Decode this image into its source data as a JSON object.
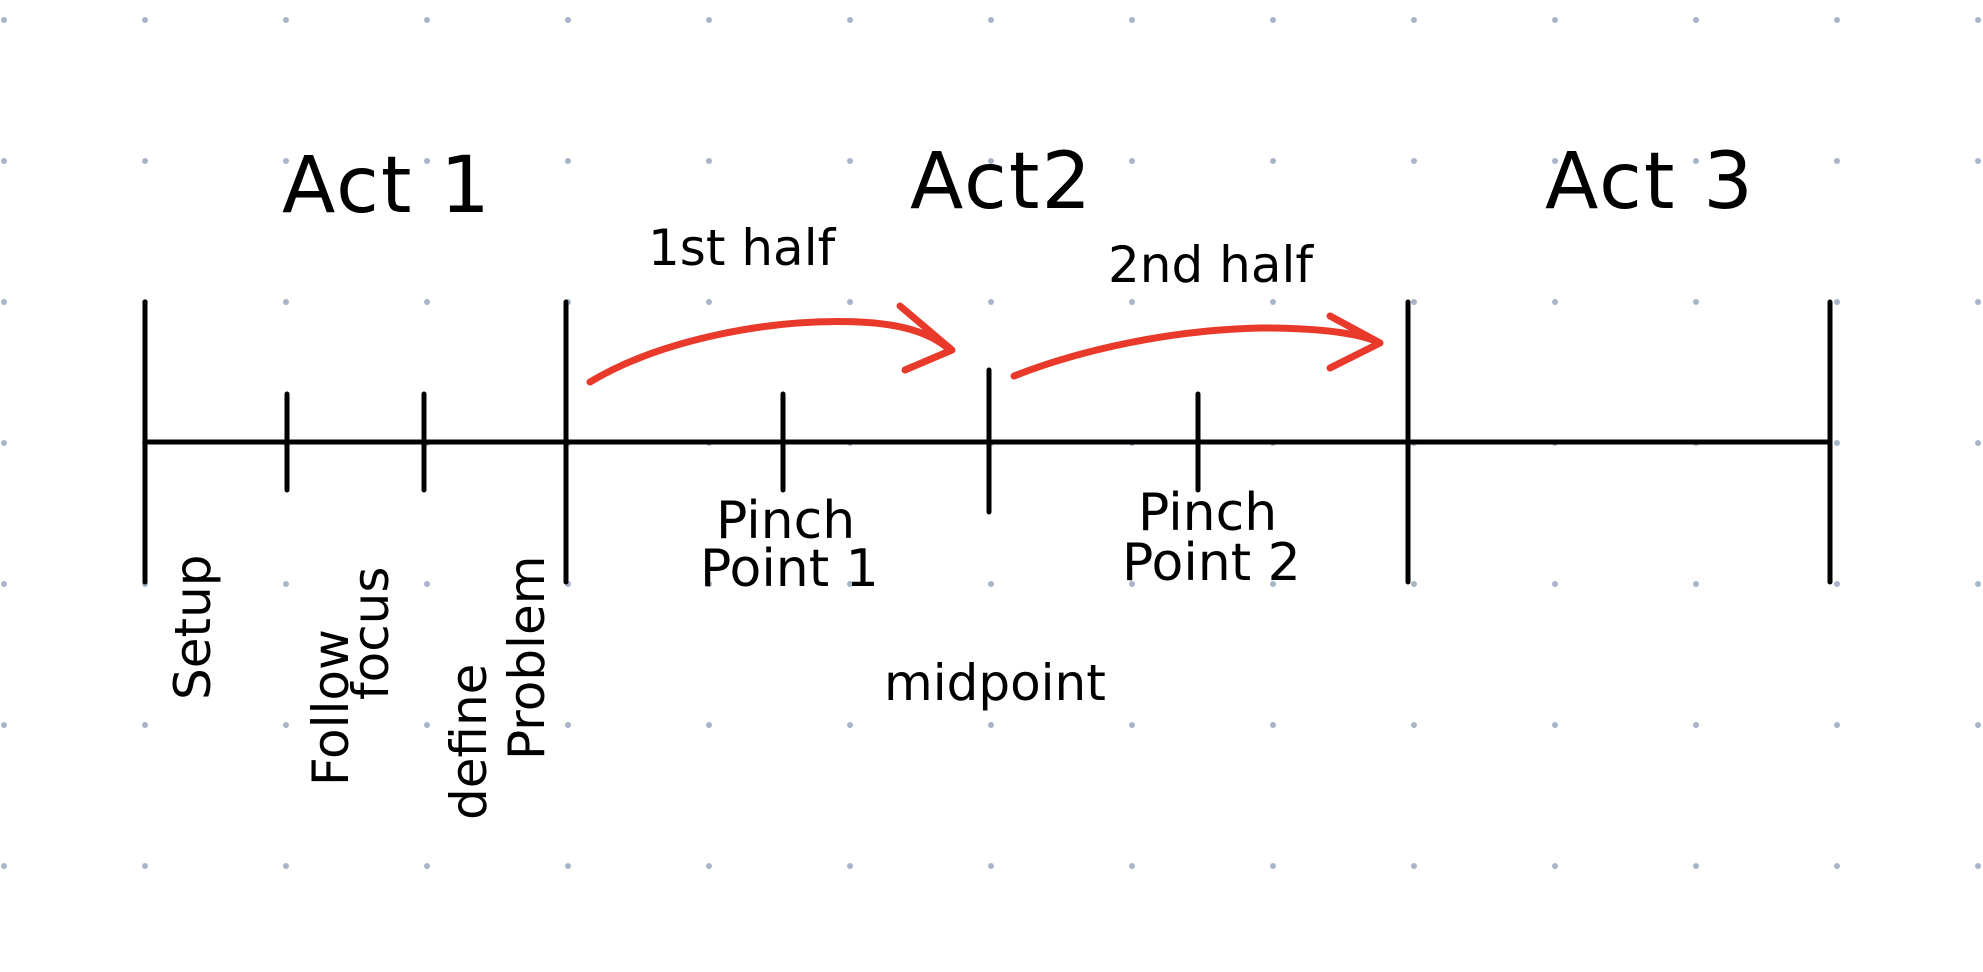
{
  "colors": {
    "background": "#ffffff",
    "ink": "#000000",
    "accent": "#e8392a",
    "grid_dots": "#a8b4c8"
  },
  "acts": {
    "act1": "Act 1",
    "act2": "Act2",
    "act3": "Act 3"
  },
  "arrows": {
    "first": "1st half",
    "second": "2nd half"
  },
  "beats": {
    "setup": "Setup",
    "follow_focus_1": "Follow",
    "follow_focus_2": "focus",
    "define_problem_1": "define",
    "define_problem_2": "Problem",
    "pinch_point_1_line1": "Pinch",
    "pinch_point_1_line2": "Point 1",
    "pinch_point_2_line1": "Pinch",
    "pinch_point_2_line2": "Point 2",
    "midpoint": "midpoint"
  }
}
